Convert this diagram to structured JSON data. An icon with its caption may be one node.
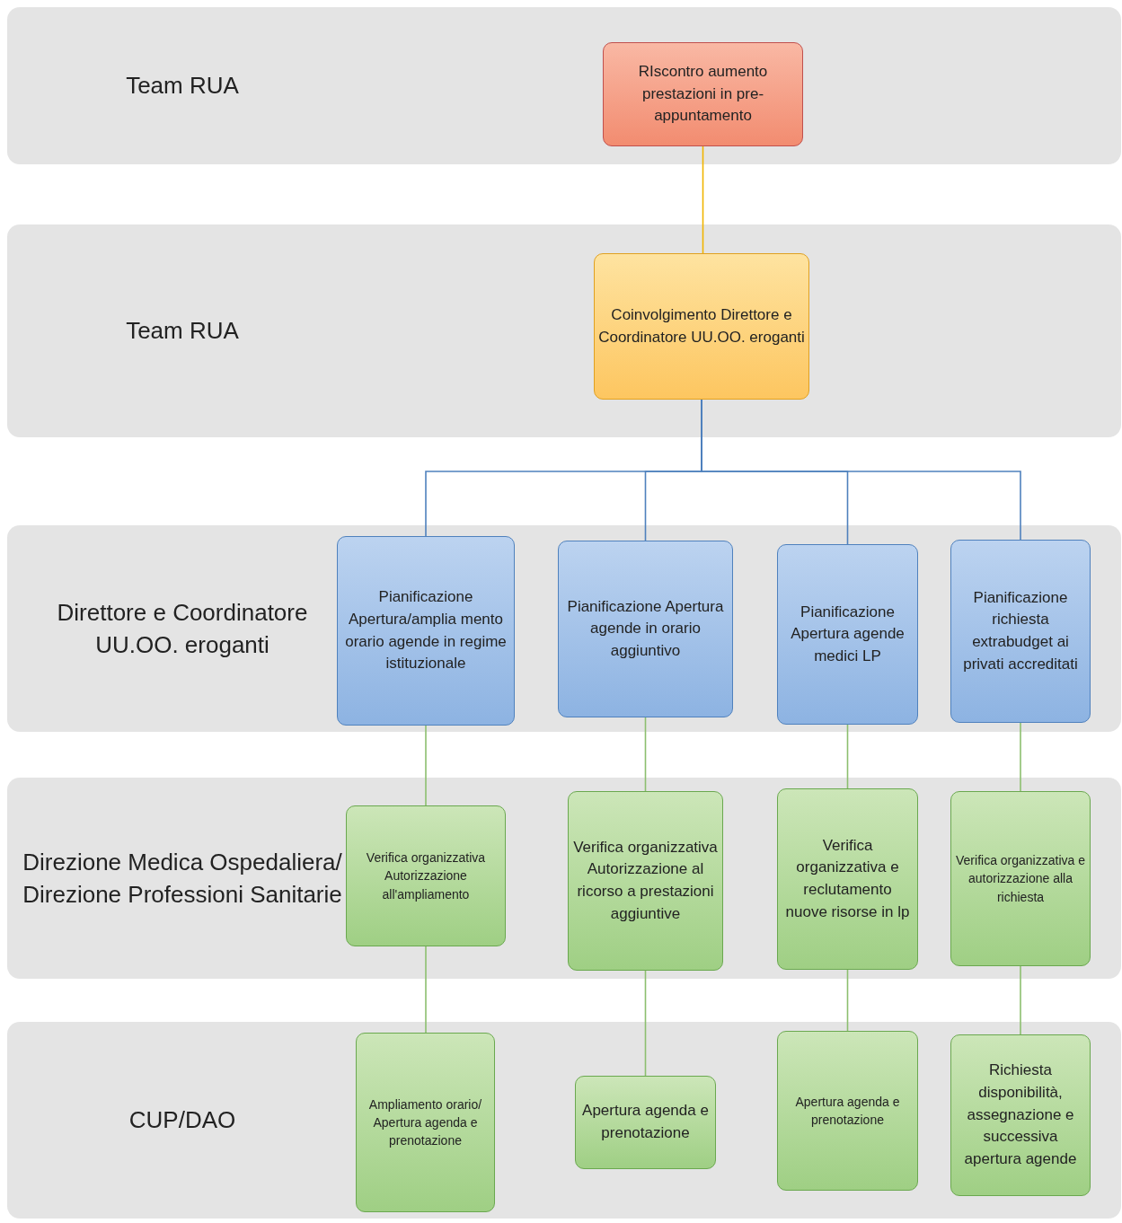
{
  "diagram": {
    "nodes": [
      {
        "text": [
          "Team RUA"
        ]
      },
      {
        "text": [
          "RIscontro aumento prestazioni in pre-appuntamento"
        ],
        "in": 0
      },
      {
        "text": [
          "Team RUA"
        ]
      },
      {
        "text": [
          "Coinvolgimento Direttore e Coordinatore UU.OO. eroganti"
        ],
        "in": 2
      },
      {
        "text": [
          "Direttore e Coordinatore UU.OO. eroganti"
        ]
      },
      {
        "text": [
          "Pianificazione Apertura/amplia mento orario agende in regime istituzionale"
        ],
        "in": 4
      },
      {
        "text": [
          "Pianificazione Apertura agende in orario aggiuntivo"
        ],
        "in": 4
      },
      {
        "text": [
          "Pianificazione Apertura agende medici LP"
        ],
        "in": 4
      },
      {
        "text": [
          "Pianificazione richiesta extrabudget ai privati accreditati"
        ],
        "in": 4
      },
      {
        "text": [
          "Direzione Medica Ospedaliera/ Direzione Professioni Sanitarie"
        ]
      },
      {
        "text": [
          "Verifica organizzativa Autorizzazione all'ampliamento"
        ],
        "in": 9
      },
      {
        "text": [
          "Verifica organizzativa Autorizzazione al ricorso a prestazioni aggiuntive"
        ],
        "in": 9
      },
      {
        "text": [
          "Verifica organizzativa e reclutamento nuove risorse in lp"
        ],
        "in": 9
      },
      {
        "text": [
          "Verifica organizzativa e autorizzazione alla richiesta"
        ],
        "in": 9
      },
      {
        "text": [
          "CUP/DAO"
        ]
      },
      {
        "text": [
          "Ampliamento orario/ Apertura agenda e prenotazione"
        ],
        "in": 14
      },
      {
        "text": [
          "Apertura agenda e prenotazione"
        ],
        "in": 14
      },
      {
        "text": [
          "Apertura agenda e prenotazione"
        ],
        "in": 14
      },
      {
        "text": [
          "Richiesta disponibilità, assegnazione e successiva apertura agende"
        ],
        "in": 14
      }
    ],
    "edges": [
      {
        "from": 1,
        "to": 3,
        "arrow": "none",
        "color": "#f0b400"
      },
      {
        "from": 3,
        "to": 5,
        "arrow": "none",
        "color": "#4f81bd"
      },
      {
        "from": 3,
        "to": 6,
        "arrow": "none",
        "color": "#4f81bd"
      },
      {
        "from": 3,
        "to": 7,
        "arrow": "none",
        "color": "#4f81bd"
      },
      {
        "from": 3,
        "to": 8,
        "arrow": "none",
        "color": "#4f81bd"
      },
      {
        "from": 5,
        "to": 10,
        "arrow": "none"
      },
      {
        "from": 10,
        "to": 15,
        "arrow": "none"
      },
      {
        "from": 6,
        "to": 11,
        "arrow": "none"
      },
      {
        "from": 11,
        "to": 16,
        "arrow": "none"
      },
      {
        "from": 7,
        "to": 12,
        "arrow": "none"
      },
      {
        "from": 12,
        "to": 17,
        "arrow": "none"
      },
      {
        "from": 8,
        "to": 13,
        "arrow": "none"
      },
      {
        "from": 13,
        "to": 18,
        "arrow": "none"
      }
    ]
  }
}
